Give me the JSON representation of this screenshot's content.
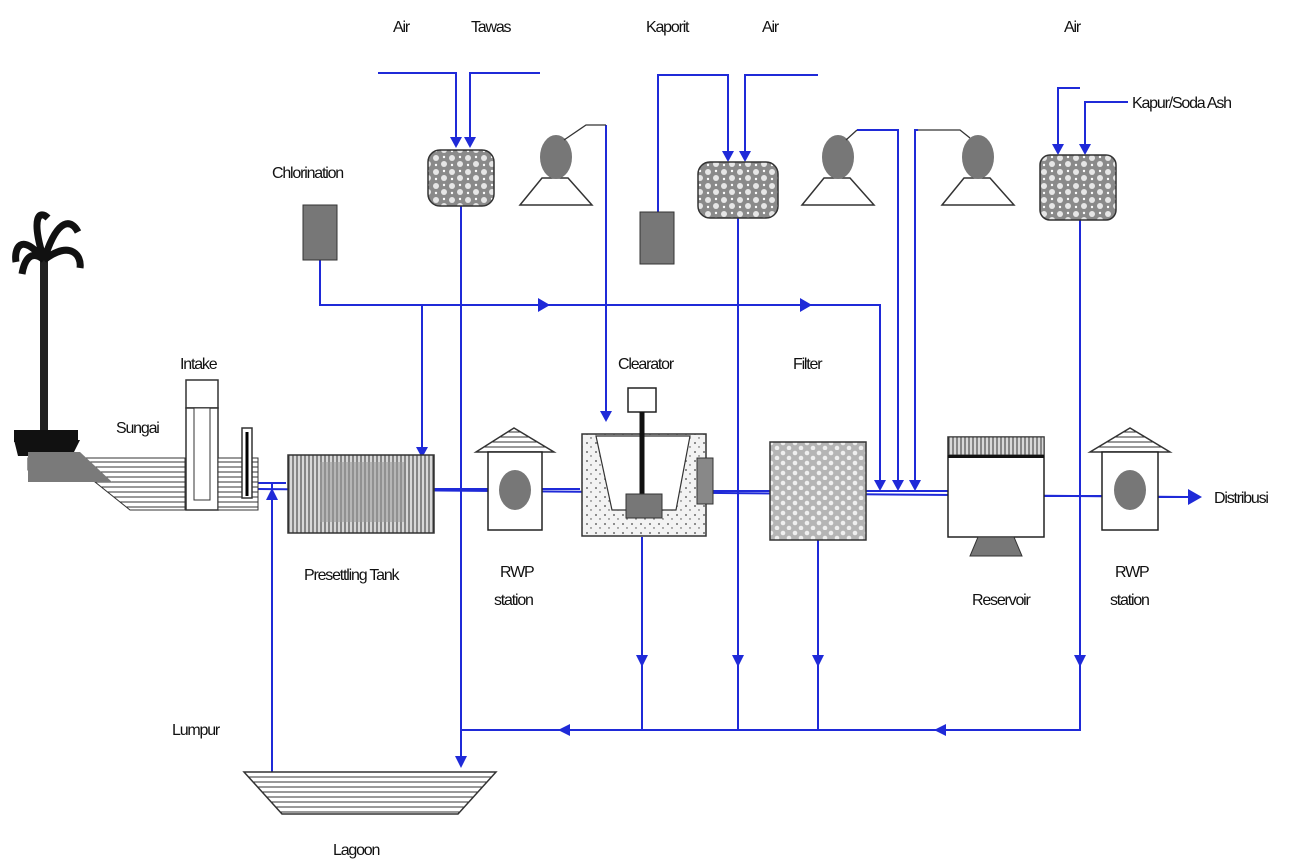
{
  "labels": {
    "air_1": "Air",
    "tawas": "Tawas",
    "kaporit": "Kaporit",
    "air_2": "Air",
    "air_3": "Air",
    "kapur_soda_ash": "Kapur/Soda Ash",
    "chlorination": "Chlorination",
    "intake": "Intake",
    "sungai": "Sungai",
    "clearator": "Clearator",
    "filter": "Filter",
    "presettling_tank": "Presettling Tank",
    "rwp_station_1a": "RWP",
    "rwp_station_1b": "station",
    "reservoir": "Reservoir",
    "rwp_station_2a": "RWP",
    "rwp_station_2b": "station",
    "distribusi": "Distribusi",
    "lumpur": "Lumpur",
    "lagoon": "Lagoon"
  },
  "colors": {
    "flow_line": "#1f2ad8",
    "equipment_dark": "#777777",
    "background": "#ffffff"
  }
}
